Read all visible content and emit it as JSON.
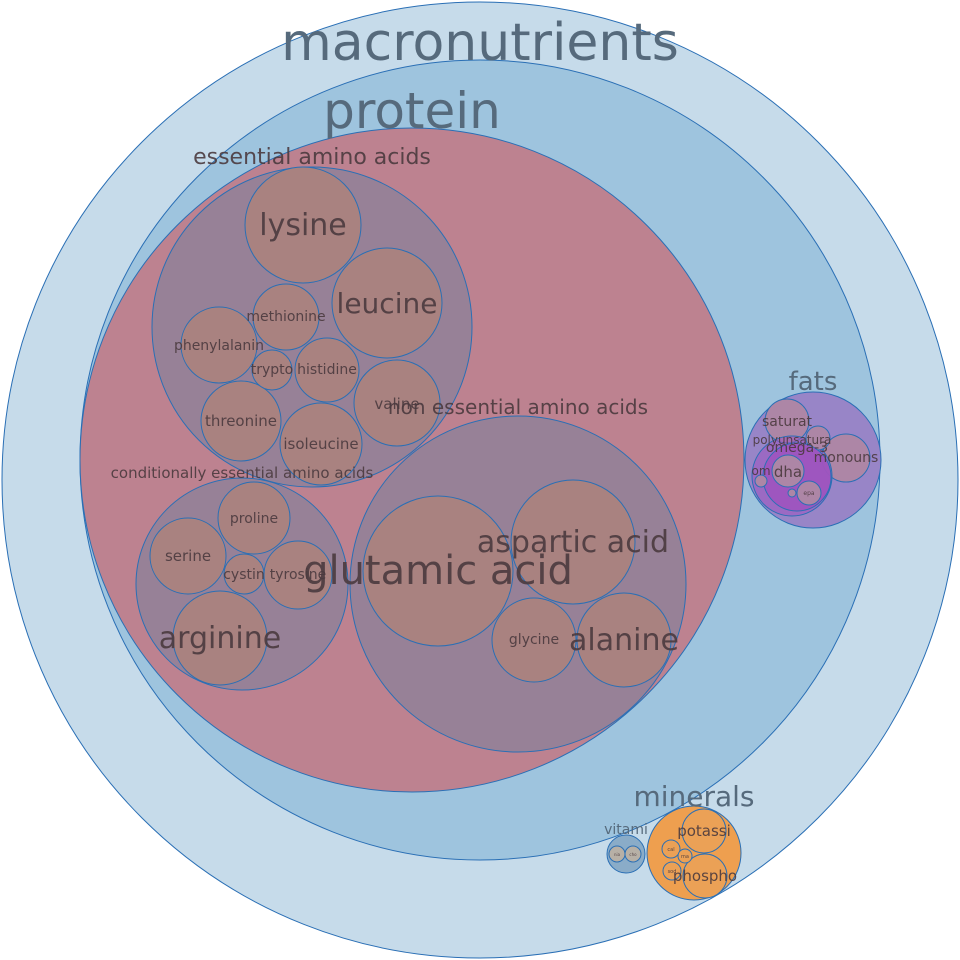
{
  "chart_data": {
    "type": "packed-bubble",
    "title": "",
    "palette": {
      "macronutrients": "#c6dbea",
      "protein": "#9ec4de",
      "amino_acids": "#bd8290",
      "amino_group": "#978197",
      "amino_leaf": "#a98280",
      "fats": "#9885c7",
      "fats_leaf": "#ad86a6",
      "omega": "#9e54bf",
      "minerals": "#ee9f4f",
      "minerals_leaf": "#eba156",
      "vitamins": "#8aacc8",
      "vitamins_leaf": "#b7b0a6",
      "stroke": "#2a6fb5",
      "label": "#4a3a3e",
      "label_blue": "#566a7c"
    },
    "nodes": [
      {
        "id": "macronutrients",
        "label": "macronutrients",
        "parent": "",
        "value": 100
      },
      {
        "id": "protein",
        "label": "protein",
        "parent": "macronutrients",
        "value": 78
      },
      {
        "id": "fats",
        "label": "fats",
        "parent": "macronutrients",
        "value": 2.7
      },
      {
        "id": "minerals",
        "label": "minerals",
        "parent": "macronutrients",
        "value": 1.4
      },
      {
        "id": "vitamins",
        "label": "vitami",
        "parent": "macronutrients",
        "value": 0.25
      },
      {
        "id": "amino_acids",
        "label": "",
        "parent": "protein",
        "value": 75
      },
      {
        "id": "essential",
        "label": "essential amino acids",
        "parent": "amino_acids",
        "value": 17.5
      },
      {
        "id": "non_essential",
        "label": "non essential amino acids",
        "parent": "amino_acids",
        "value": 20
      },
      {
        "id": "conditionally",
        "label": "conditionally essential amino acids",
        "parent": "amino_acids",
        "value": 7.5
      },
      {
        "id": "lysine",
        "label": "lysine",
        "parent": "essential",
        "value": 2.3
      },
      {
        "id": "leucine",
        "label": "leucine",
        "parent": "essential",
        "value": 2.0
      },
      {
        "id": "valine",
        "label": "valine",
        "parent": "essential",
        "value": 1.3
      },
      {
        "id": "isoleucine",
        "label": "isoleucine",
        "parent": "essential",
        "value": 1.05
      },
      {
        "id": "threonine",
        "label": "threonine",
        "parent": "essential",
        "value": 1.05
      },
      {
        "id": "phenylalanine",
        "label": "phenylalanin",
        "parent": "essential",
        "value": 0.95
      },
      {
        "id": "methionine",
        "label": "methionine",
        "parent": "essential",
        "value": 0.75
      },
      {
        "id": "histidine",
        "label": "histidine",
        "parent": "essential",
        "value": 0.7
      },
      {
        "id": "tryptophan",
        "label": "trypto",
        "parent": "essential",
        "value": 0.25
      },
      {
        "id": "glutamic_acid",
        "label": "glutamic acid",
        "parent": "non_essential",
        "value": 3.7
      },
      {
        "id": "aspartic_acid",
        "label": "aspartic acid",
        "parent": "non_essential",
        "value": 2.5
      },
      {
        "id": "alanine",
        "label": "alanine",
        "parent": "non_essential",
        "value": 1.5
      },
      {
        "id": "glycine",
        "label": "glycine",
        "parent": "non_essential",
        "value": 1.15
      },
      {
        "id": "arginine",
        "label": "arginine",
        "parent": "conditionally",
        "value": 1.45
      },
      {
        "id": "proline",
        "label": "proline",
        "parent": "conditionally",
        "value": 0.85
      },
      {
        "id": "serine",
        "label": "serine",
        "parent": "conditionally",
        "value": 0.95
      },
      {
        "id": "tyrosine",
        "label": "tyrosine",
        "parent": "conditionally",
        "value": 0.75
      },
      {
        "id": "cystine",
        "label": "cystin",
        "parent": "conditionally",
        "value": 0.25
      },
      {
        "id": "saturated",
        "label": "saturat",
        "parent": "fats",
        "value": 0.33
      },
      {
        "id": "monounsaturated",
        "label": "monouns",
        "parent": "fats",
        "value": 0.35
      },
      {
        "id": "polyunsaturated",
        "label": "polyunsatura",
        "parent": "fats",
        "value": 0.95
      },
      {
        "id": "polyunsat_small",
        "label": "",
        "parent": "fats",
        "value": 0.08
      },
      {
        "id": "omega3",
        "label": "omega-3",
        "parent": "polyunsaturated",
        "value": 0.45
      },
      {
        "id": "dha",
        "label": "dha",
        "parent": "omega3",
        "value": 0.13
      },
      {
        "id": "epa",
        "label": "epa",
        "parent": "omega3",
        "value": 0.1
      },
      {
        "id": "omega6",
        "label": "om",
        "parent": "polyunsaturated",
        "value": 0.02
      },
      {
        "id": "omega_tiny",
        "label": "",
        "parent": "omega3",
        "value": 0.01
      },
      {
        "id": "potassium",
        "label": "potassi",
        "parent": "minerals",
        "value": 0.28
      },
      {
        "id": "phosphorus",
        "label": "phospho",
        "parent": "minerals",
        "value": 0.28
      },
      {
        "id": "calcium",
        "label": "cal",
        "parent": "minerals",
        "value": 0.06
      },
      {
        "id": "sodium",
        "label": "sod",
        "parent": "minerals",
        "value": 0.06
      },
      {
        "id": "magnesium",
        "label": "ma",
        "parent": "minerals",
        "value": 0.03
      },
      {
        "id": "niacin",
        "label": "nia",
        "parent": "vitamins",
        "value": 0.03
      },
      {
        "id": "choline",
        "label": "cho",
        "parent": "vitamins",
        "value": 0.03
      }
    ]
  }
}
